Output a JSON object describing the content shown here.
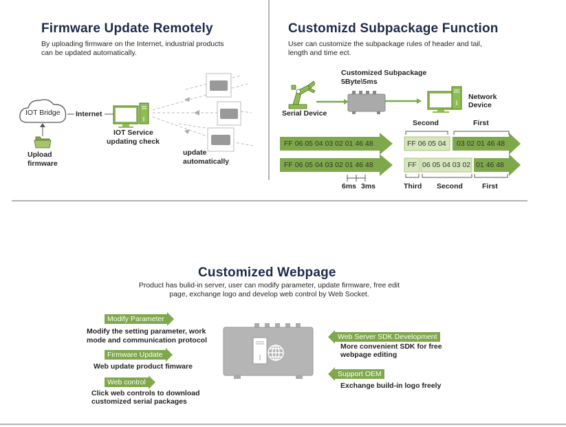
{
  "firmware": {
    "title": "Firmware Update Remotely",
    "desc_1": "By uploading firmware on the Internet, industrial products",
    "desc_2": "can be updated automatically.",
    "bridge": "IOT Bridge",
    "internet": "Internet",
    "upload_1": "Upload",
    "upload_2": "firmware",
    "service_1": "IOT Service",
    "service_2": "updating check",
    "update_1": "update",
    "update_2": "automatically"
  },
  "subpackage": {
    "title": "Customizd Subpackage Function",
    "desc_1": "User can customize the subpackage rules of header and tail,",
    "desc_2": "length and time ect.",
    "custom_1": "Customized Subpackage",
    "custom_2": "5Byte\\5ms",
    "serial": "Serial Device",
    "network_1": "Network",
    "network_2": "Device",
    "row1_packet": "FF 06 05 04 03 02 01 46 48",
    "row2_packet": "FF 06 05 04 03 02 01 46 48",
    "second_top": "Second",
    "first_top": "First",
    "r1_second": "FF 06 05 04",
    "r1_first": "03 02 01 46 48",
    "r2_third": "FF",
    "r2_second": "06 05 04 03 02",
    "r2_first": "01 46 48",
    "t6": "6ms",
    "t3": "3ms",
    "third_bot": "Third",
    "second_bot": "Second",
    "first_bot": "First"
  },
  "webpage": {
    "title": "Customized Webpage",
    "desc_1": "Product has bulid-in server, user can modify parameter, update firmware, free edit",
    "desc_2": "page, exchange logo and develop web control by Web Socket.",
    "modify_tag": "Modify Parameter",
    "modify_1": "Modify the setting parameter, work",
    "modify_2": "mode and communication protocol",
    "fw_tag": "Firmware Update",
    "fw_1": "Web update product fimware",
    "wc_tag": "Web control",
    "wc_1": "Click web controls to download",
    "wc_2": "customized serial packages",
    "sdk_tag": "Web Server SDK Development",
    "sdk_1": "More convenient SDK for free",
    "sdk_2": "webpage editing",
    "oem_tag": "Support OEM",
    "oem_1": "Exchange build-in logo freely"
  },
  "colors": {
    "accent_green": "#7fa84a",
    "light_green": "#d7e6bd",
    "title_navy": "#1d2a4a"
  }
}
